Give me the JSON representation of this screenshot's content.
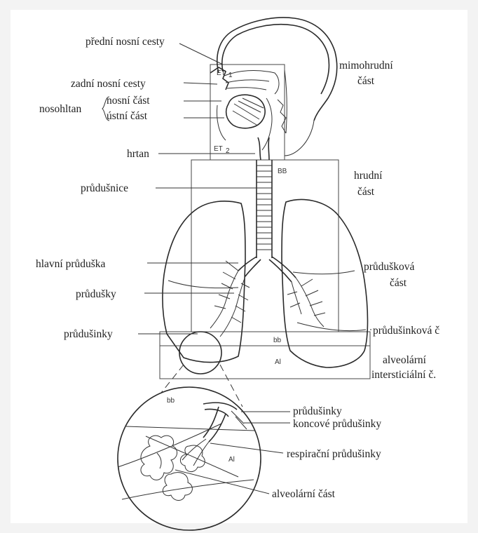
{
  "labels": {
    "predni_nosni_cesty": "přední nosní cesty",
    "zadni_nosni_cesty": "zadní nosní cesty",
    "nosohltan": "nosohltan",
    "nosni_cast": "nosní část",
    "ustni_cast": "ústní část",
    "hrtan": "hrtan",
    "prudusnice": "průdušnice",
    "hlavni_pruduska": "hlavní průduška",
    "prudusky": "průdušky",
    "prudusinky": "průdušinky",
    "mimohrudni_1": "mimohrudní",
    "mimohrudni_2": "část",
    "hrudni_1": "hrudní",
    "hrudni_2": "část",
    "pruduskova_1": "průdušková",
    "pruduskova_2": "část",
    "prudusinkova": "průdušinková č",
    "alveolarni_interst_1": "alveolární",
    "alveolarni_interst_2": "intersticiální č.",
    "zoom_prudusinky": "průdušinky",
    "koncove_prudusinky": "koncové průdušinky",
    "respiracni_prudusinky": "respirační průdušinky",
    "alveolarni_cast": "alveolární část"
  },
  "region_codes": {
    "et1_main": "ET",
    "et1_sub": "1",
    "et2_main": "ET",
    "et2_sub": "2",
    "bb_upper": "BB",
    "bb_lower": "bb",
    "al_lower": "Al",
    "bb_zoom": "bb",
    "al_zoom": "Al"
  }
}
